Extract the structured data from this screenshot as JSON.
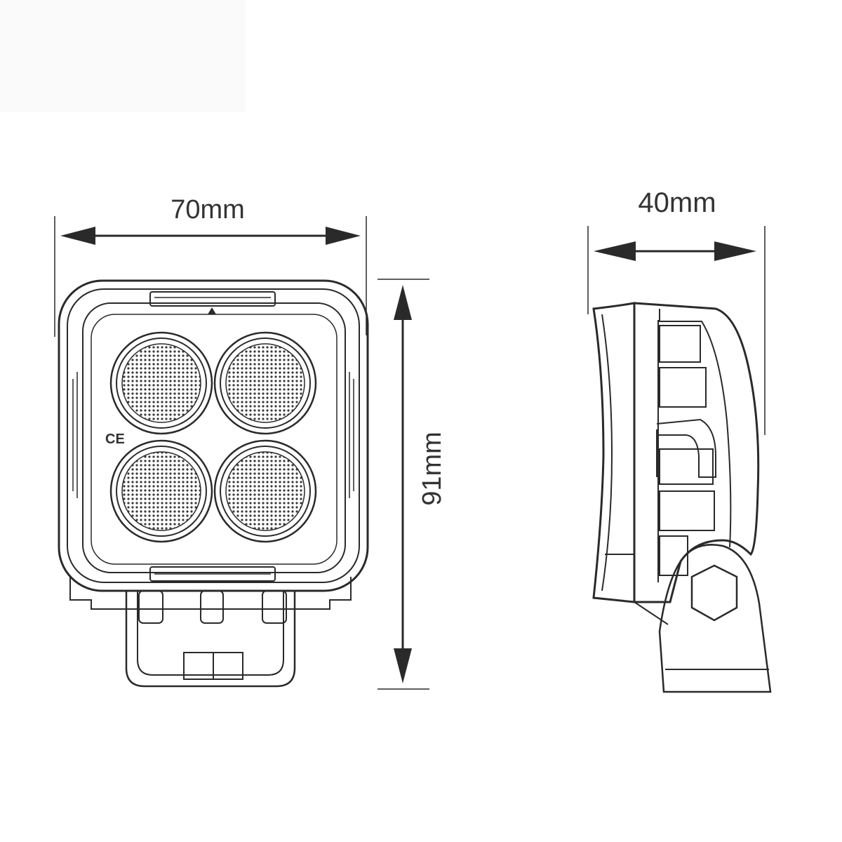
{
  "front_view": {
    "width_label": "70mm",
    "height_label": "91mm",
    "certification_mark": "CE",
    "led_count": 4
  },
  "side_view": {
    "depth_label": "40mm"
  },
  "colors": {
    "line": "#2a2a2a",
    "dimension_text": "#333333",
    "background": "#ffffff"
  }
}
